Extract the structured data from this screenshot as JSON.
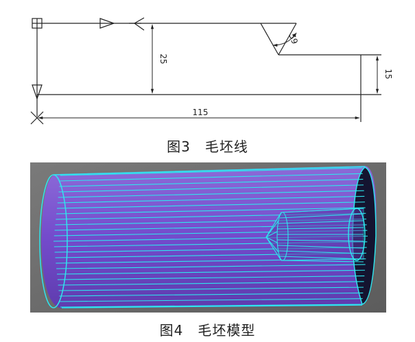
{
  "figure3": {
    "caption": "图3　毛坯线",
    "dimensions": {
      "length": "115",
      "height": "25",
      "step": "15",
      "angle": "59"
    }
  },
  "figure4": {
    "caption": "图4　毛坯模型",
    "colors": {
      "background": "#6e6e6e",
      "wireframe": "#2ee6ee",
      "solid": "#7a56d6"
    }
  },
  "icons": [
    "origin-square-icon",
    "triangle-marker-icon",
    "bracket-marker-icon",
    "cross-marker-icon"
  ]
}
